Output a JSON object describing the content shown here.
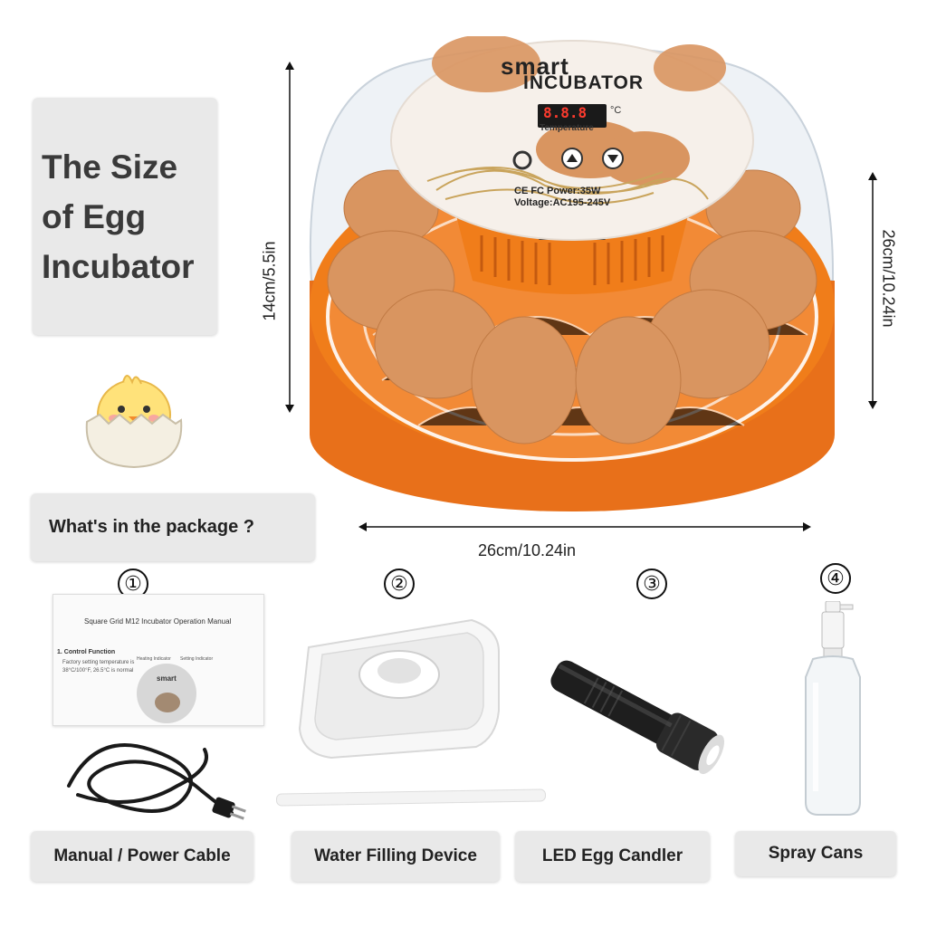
{
  "title": {
    "line1": "The Size",
    "line2": "of Egg",
    "line3": "Incubator"
  },
  "device": {
    "brand_line1": "smart",
    "brand_line2": "INCUBATOR",
    "display_digits": "8.8.8",
    "unit": "°C",
    "temperature_label": "Temperature",
    "cert": "CE FC Power:35W",
    "voltage": "Voltage:AC195-245V"
  },
  "dimensions": {
    "height": "14cm/5.5in",
    "width": "26cm/10.24in",
    "depth": "26cm/10.24in"
  },
  "package": {
    "heading": "What's in the package ?",
    "items": [
      {
        "number": "①",
        "label": "Manual / Power Cable"
      },
      {
        "number": "②",
        "label": "Water Filling Device"
      },
      {
        "number": "③",
        "label": "LED Egg Candler"
      },
      {
        "number": "④",
        "label": "Spray Cans"
      }
    ]
  },
  "manual": {
    "title": "Square Grid M12 Incubator Operation Manual",
    "section": "1. Control Function",
    "line_a": "Factory setting temperature is",
    "line_b": "38°C/100°F, 26.5°C is normal",
    "heat_indicator": "Heating Indicator",
    "set_indicator": "Setting Indicator",
    "mini_brand": "smart"
  },
  "colors": {
    "orange": "#f07d1a",
    "orange_dark": "#d9620b",
    "egg": "#d99560",
    "label_bg": "#e9e9e9"
  }
}
